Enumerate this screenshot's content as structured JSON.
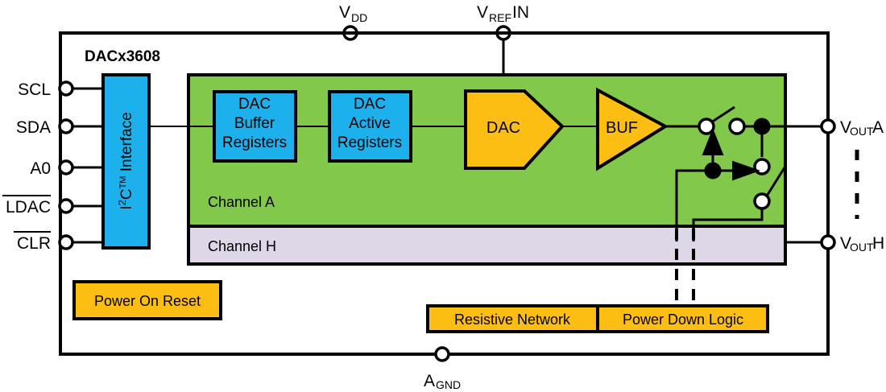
{
  "diagram": {
    "title": "DACx3608",
    "device_outline": {
      "label": "device-boundary"
    },
    "colors": {
      "green": "#82c84b",
      "lavender": "#ddd7e8",
      "blue": "#1cb0ec",
      "orange": "#fdbe13",
      "line": "#000000",
      "background": "#ffffff"
    },
    "left_pins": [
      {
        "name": "SCL",
        "overline": false
      },
      {
        "name": "SDA",
        "overline": false
      },
      {
        "name": "A0",
        "overline": false
      },
      {
        "name": "LDAC",
        "overline": true
      },
      {
        "name": "CLR",
        "overline": true
      }
    ],
    "top_pins": [
      {
        "base": "V",
        "sub": "DD",
        "suffix": ""
      },
      {
        "base": "V",
        "sub": "REF",
        "suffix": "IN"
      }
    ],
    "bottom_pins": [
      {
        "base": "A",
        "sub": "GND",
        "suffix": ""
      }
    ],
    "right_pins": [
      {
        "base": "V",
        "sub": "OUT",
        "suffix": "A"
      },
      {
        "base": "V",
        "sub": "OUT",
        "suffix": "H"
      }
    ],
    "interface_block": {
      "label_main": "I",
      "label_sup": "2",
      "label_mid": "C",
      "label_tm": "TM",
      "label_tail": "Interface",
      "full": "I2C(TM) Interface"
    },
    "blocks": [
      {
        "id": "dac-buffer-registers",
        "lines": [
          "DAC",
          "Buffer",
          "Registers"
        ],
        "color": "blue"
      },
      {
        "id": "dac-active-registers",
        "lines": [
          "DAC",
          "Active",
          "Registers"
        ],
        "color": "blue"
      }
    ],
    "shapes": [
      {
        "id": "dac-core",
        "label": "DAC",
        "color": "orange"
      },
      {
        "id": "buffer-amp",
        "label": "BUF",
        "color": "orange"
      }
    ],
    "channels": [
      {
        "id": "channel-a",
        "label": "Channel A",
        "color": "green"
      },
      {
        "id": "channel-h",
        "label": "Channel H",
        "color": "lavender"
      }
    ],
    "orange_blocks": [
      {
        "id": "power-on-reset",
        "label": "Power On Reset"
      },
      {
        "id": "resistive-network",
        "label": "Resistive Network"
      },
      {
        "id": "power-down-logic",
        "label": "Power Down Logic"
      }
    ]
  }
}
